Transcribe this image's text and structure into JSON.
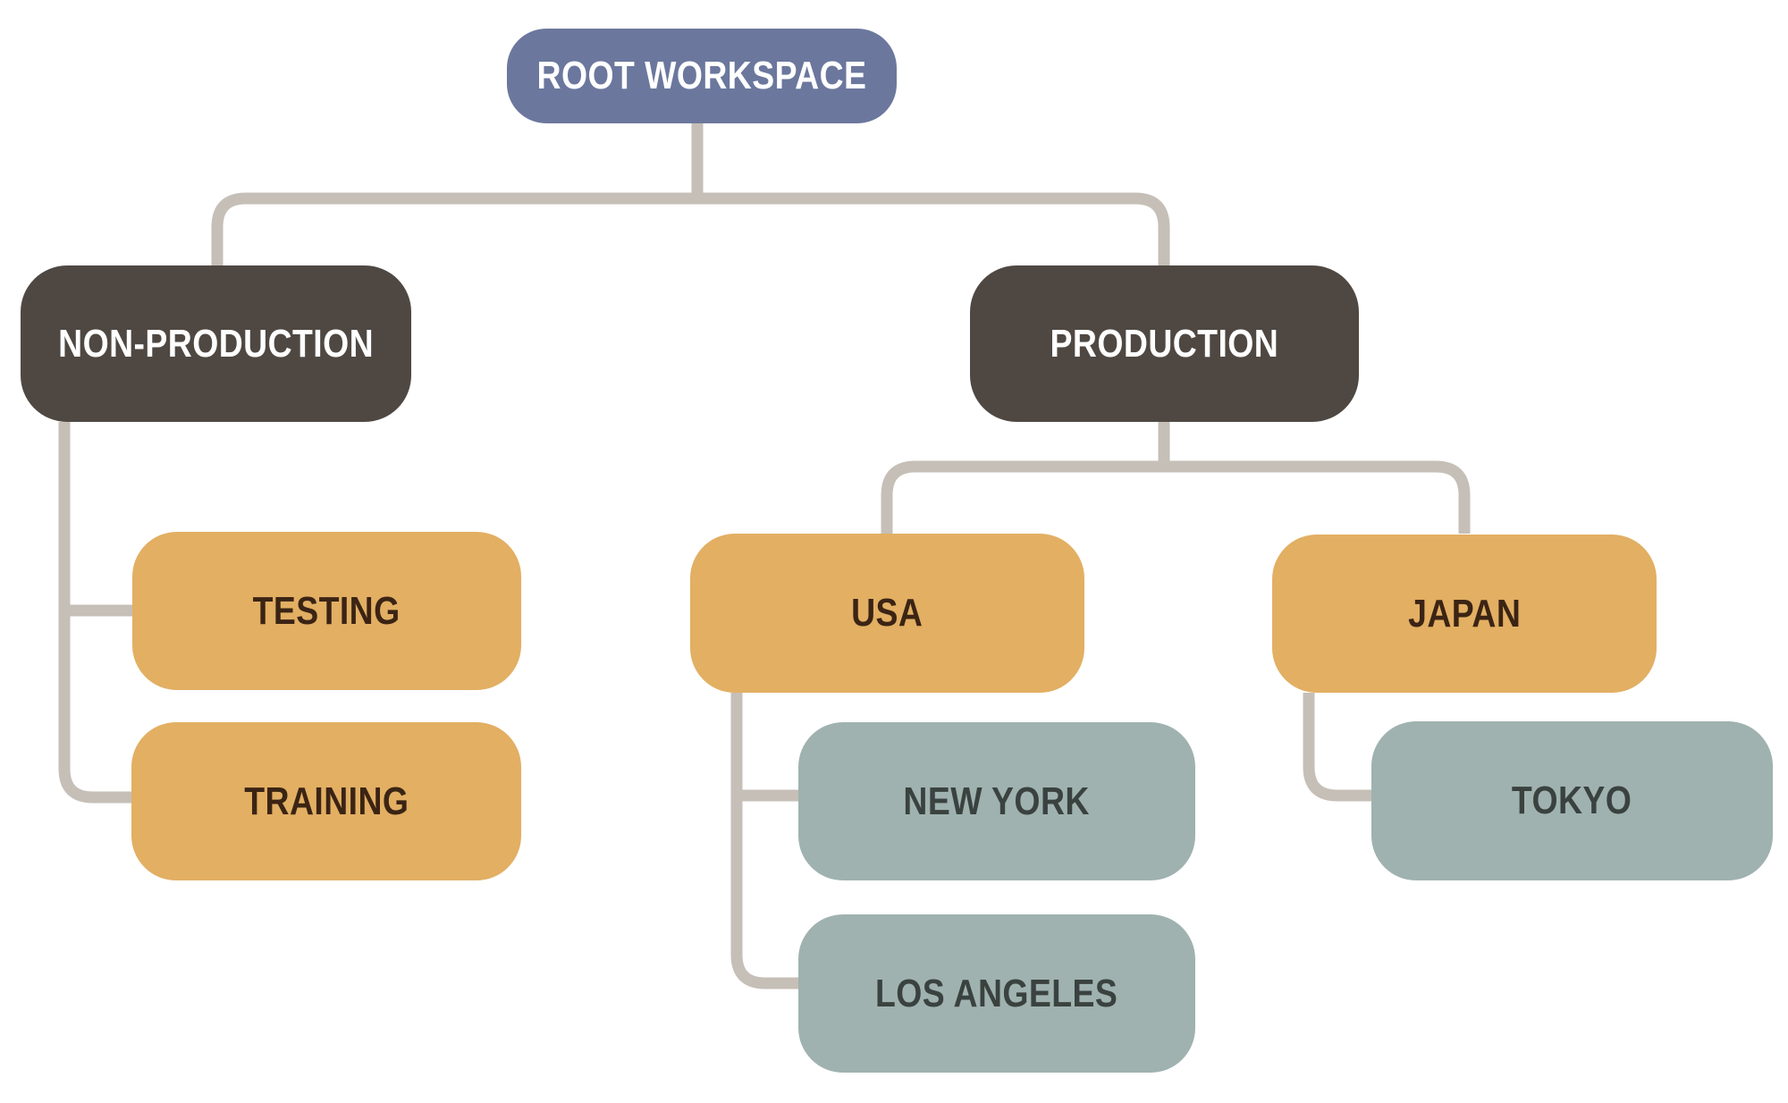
{
  "diagram": {
    "background_color": "#FFFFFF",
    "connector_color": "#C5BFB7",
    "nodes": {
      "root": {
        "label": "ROOT WORKSPACE",
        "color": "#6B779D",
        "text_color": "#FFFFFF"
      },
      "non_production": {
        "label": "NON-PRODUCTION",
        "color": "#4F4842",
        "text_color": "#FFFFFF"
      },
      "production": {
        "label": "PRODUCTION",
        "color": "#4F4842",
        "text_color": "#FFFFFF"
      },
      "testing": {
        "label": "TESTING",
        "color": "#E2AF63",
        "text_color": "#3B2414"
      },
      "training": {
        "label": "TRAINING",
        "color": "#E2AF63",
        "text_color": "#3B2414"
      },
      "usa": {
        "label": "USA",
        "color": "#E2AF63",
        "text_color": "#3B2414"
      },
      "japan": {
        "label": "JAPAN",
        "color": "#E2AF63",
        "text_color": "#3B2414"
      },
      "new_york": {
        "label": "NEW YORK",
        "color": "#9FB2AF",
        "text_color": "#3A423F"
      },
      "los_angeles": {
        "label": "LOS ANGELES",
        "color": "#9FB2AF",
        "text_color": "#3A423F"
      },
      "tokyo": {
        "label": "TOKYO",
        "color": "#9FB2AF",
        "text_color": "#3A423F"
      }
    },
    "edges": [
      [
        "root",
        "non_production"
      ],
      [
        "root",
        "production"
      ],
      [
        "non_production",
        "testing"
      ],
      [
        "non_production",
        "training"
      ],
      [
        "production",
        "usa"
      ],
      [
        "production",
        "japan"
      ],
      [
        "usa",
        "new_york"
      ],
      [
        "usa",
        "los_angeles"
      ],
      [
        "japan",
        "tokyo"
      ]
    ]
  }
}
